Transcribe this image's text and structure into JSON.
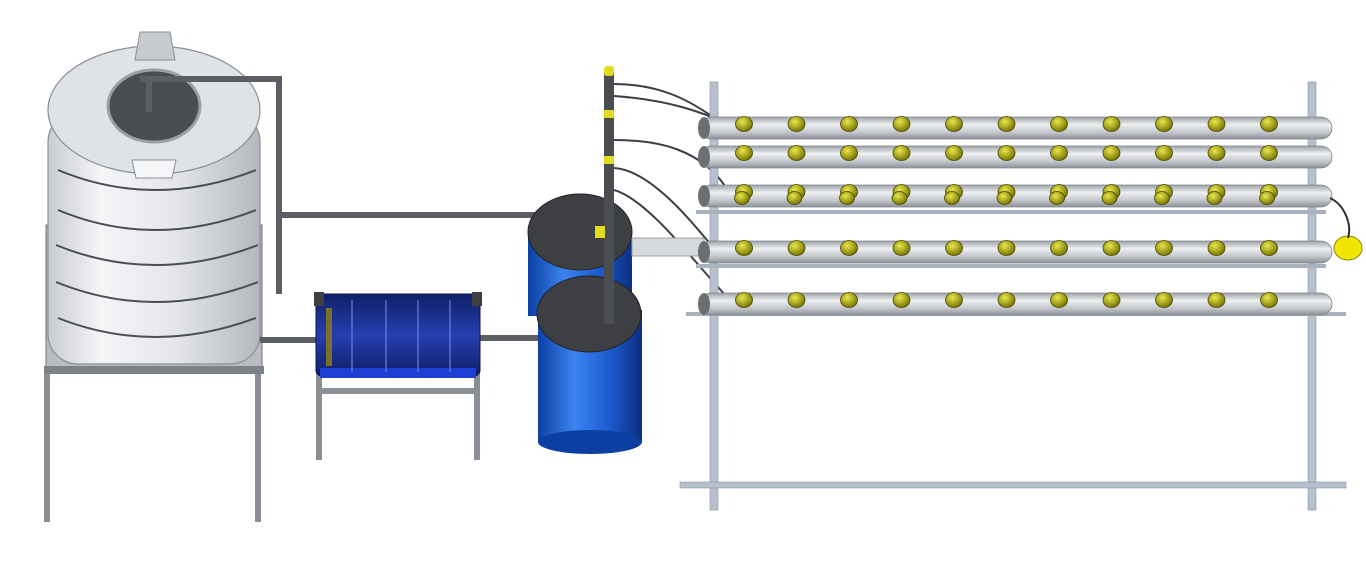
{
  "components": {
    "water_tank": "water-storage-tank",
    "tank_stand": "tank-stand",
    "filter_box": "blue-filter-tank",
    "filter_stand": "filter-stand",
    "barrel_back": "blue-barrel-back",
    "barrel_front": "blue-barrel-front",
    "riser_pipe": "vertical-riser-pipe",
    "rack": "nft-pipe-rack",
    "growing_pipes": 5,
    "net_cups_per_row": [
      11,
      11,
      11,
      11,
      11
    ]
  },
  "colors": {
    "tank": "#e9ecef",
    "frame": "#8a8f96",
    "pipe": "#5b5f63",
    "filter": "#1a2d8c",
    "barrel": "#1f63d8",
    "lid": "#3d3f42",
    "grow_pipe": "#c9ccd0",
    "net_cup": "#b9b800",
    "accent": "#f0e600"
  },
  "icons": [
    "water-tank-icon",
    "barrel-icon",
    "pipe-icon",
    "net-cup-icon"
  ]
}
